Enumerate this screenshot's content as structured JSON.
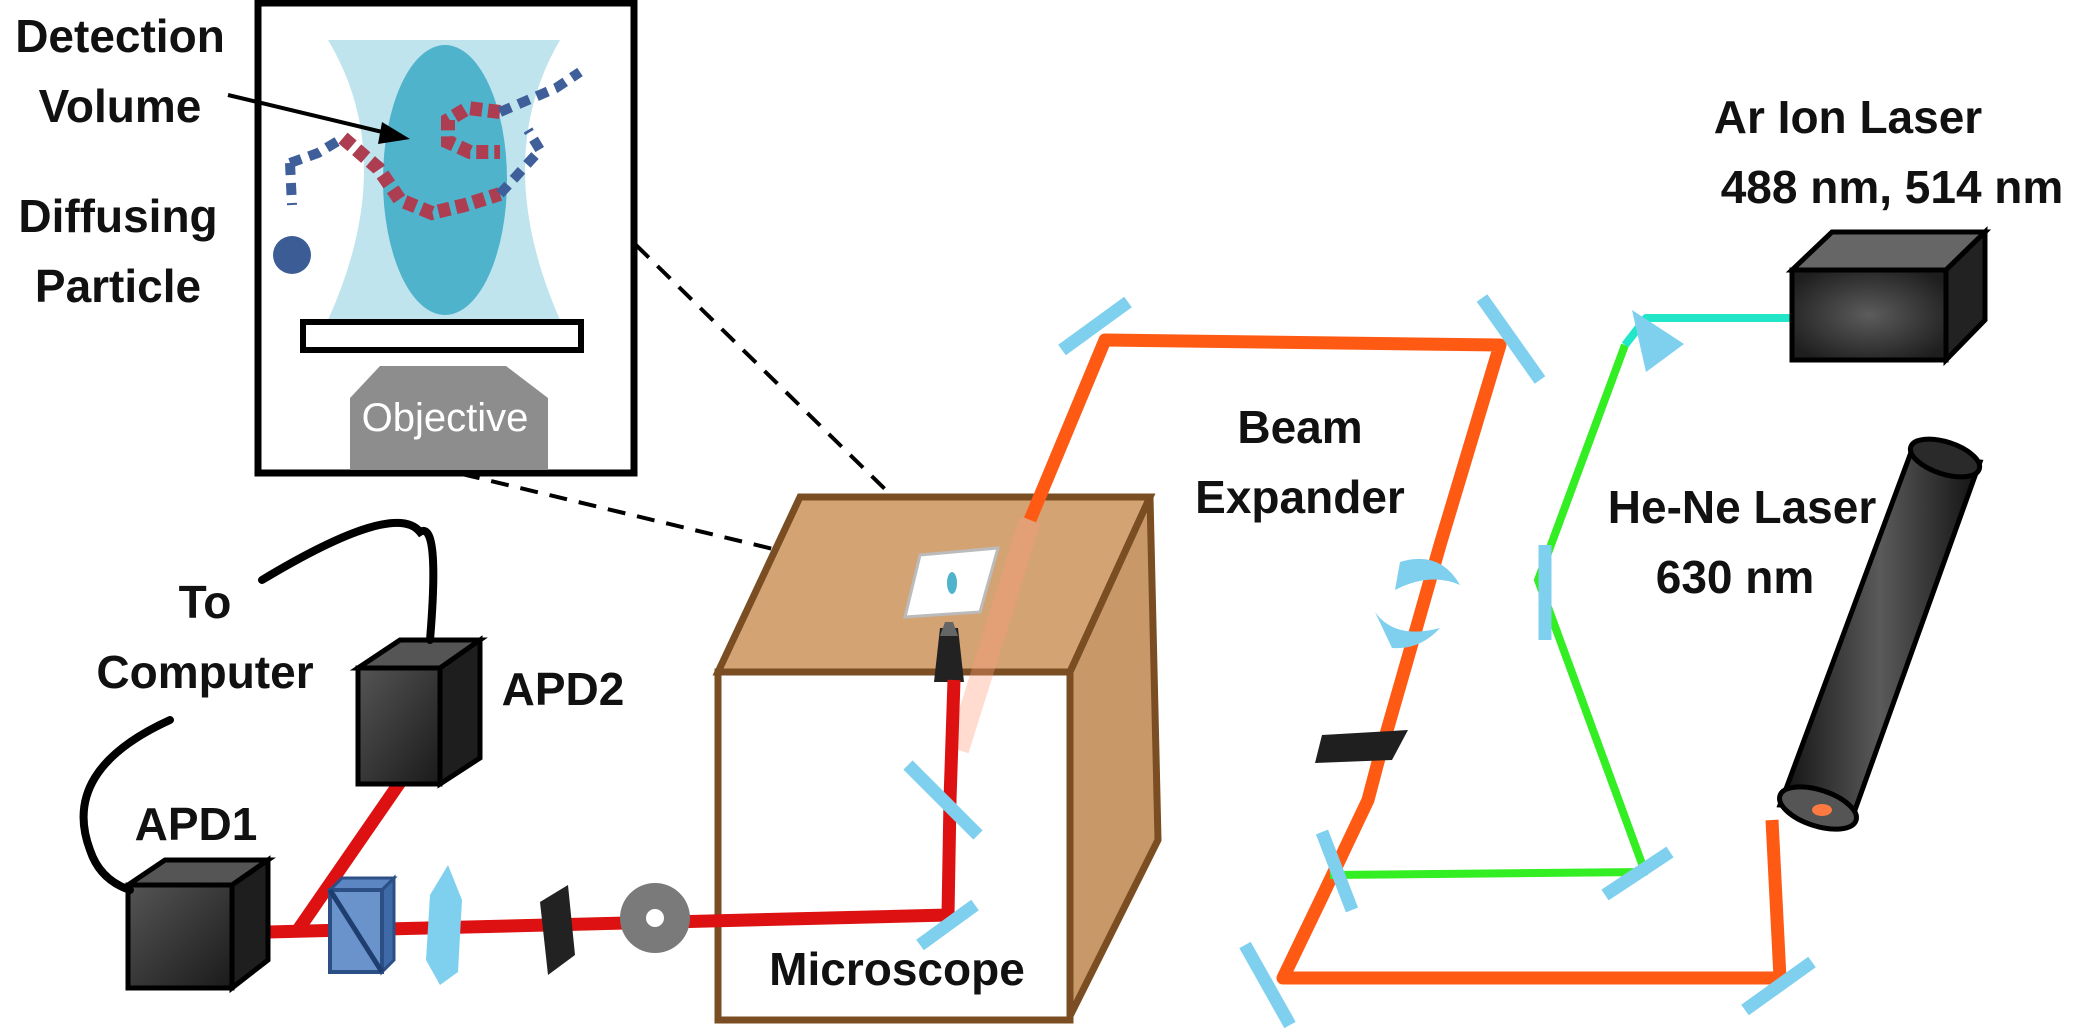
{
  "labels": {
    "detection_volume": [
      "Detection",
      "Volume"
    ],
    "diffusing_particle": [
      "Diffusing",
      "Particle"
    ],
    "objective": "Objective",
    "ar_laser": [
      "Ar Ion Laser",
      "488 nm, 514 nm"
    ],
    "beam_expander": [
      "Beam",
      "Expander"
    ],
    "hene_laser": [
      "He-Ne Laser",
      "630 nm"
    ],
    "to_computer": [
      "To",
      "Computer"
    ],
    "apd2": "APD2",
    "apd1": "APD1",
    "microscope": "Microscope"
  },
  "colors": {
    "red_beam": "#dd1111",
    "orange_beam": "#ff5a14",
    "green_beam": "#33ee22",
    "cyan_beam": "#22e6c8",
    "mirror": "#7fd0ee",
    "box_fill": "#d4a373",
    "box_edge": "#7a4e22",
    "dark_box": "#2a2a2a"
  }
}
